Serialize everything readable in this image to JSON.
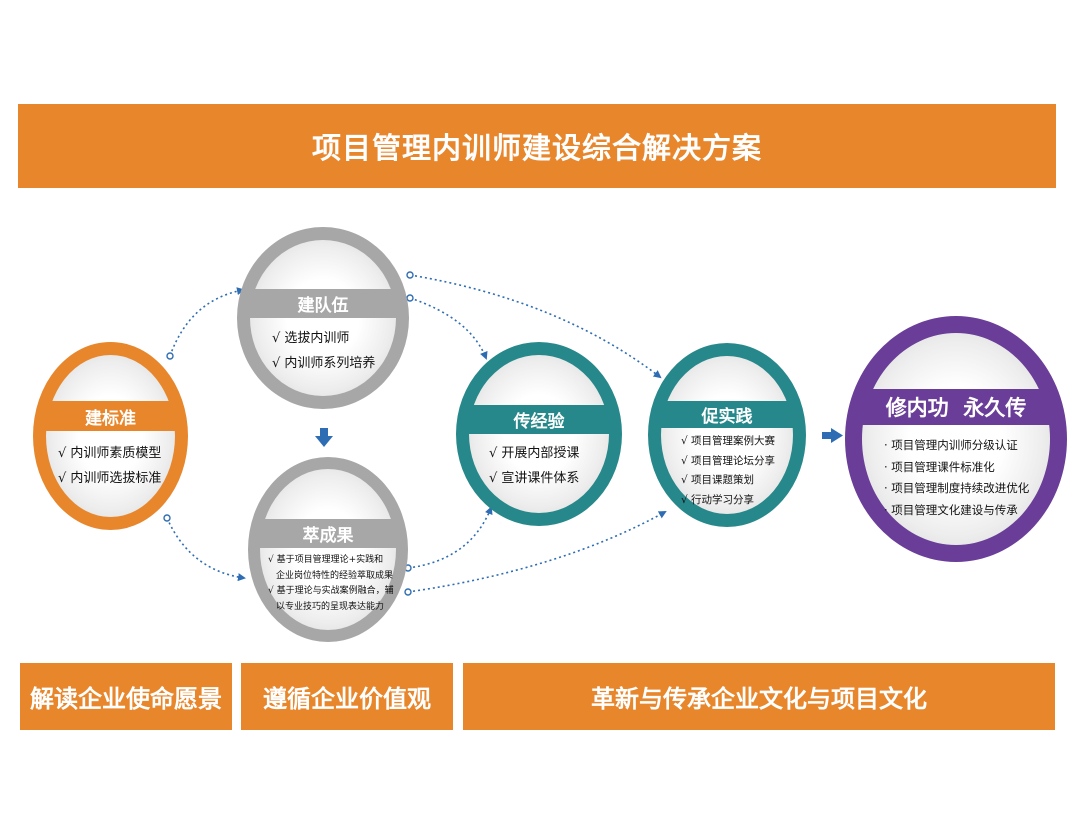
{
  "header": {
    "title": "项目管理内训师建设综合解决方案"
  },
  "nodes": {
    "standard": {
      "title": "建标准",
      "items": [
        "√ 内训师素质模型",
        "√ 内训师选拔标准"
      ]
    },
    "team": {
      "title": "建队伍",
      "items": [
        "√ 选拔内训师",
        "√ 内训师系列培养"
      ]
    },
    "results": {
      "title": "萃成果",
      "items": [
        "√ 基于项目管理理论+实践和",
        "企业岗位特性的经验萃取成果",
        "√ 基于理论与实战案例融合，辅",
        "以专业技巧的呈现表达能力"
      ]
    },
    "experience": {
      "title": "传经验",
      "items": [
        "√ 开展内部授课",
        "√ 宣讲课件体系"
      ]
    },
    "practice": {
      "title": "促实践",
      "items": [
        "√ 项目管理案例大赛",
        "√ 项目管理论坛分享",
        "√ 项目课题策划",
        "√ 行动学习分享"
      ]
    },
    "final": {
      "title": "修内功  永久传",
      "items": [
        "· 项目管理内训师分级认证",
        "· 项目管理课件标准化",
        "· 项目管理制度持续改进优化",
        "· 项目管理文化建设与传承"
      ]
    }
  },
  "footer": {
    "left": "解读企业使命愿景",
    "middle": "遵循企业价值观",
    "right": "革新与传承企业文化与项目文化"
  },
  "colors": {
    "orange": "#e8862c",
    "gray": "#a7a7a7",
    "teal": "#26888a",
    "purple": "#6a3e98",
    "arrow_blue": "#2e6db4"
  }
}
